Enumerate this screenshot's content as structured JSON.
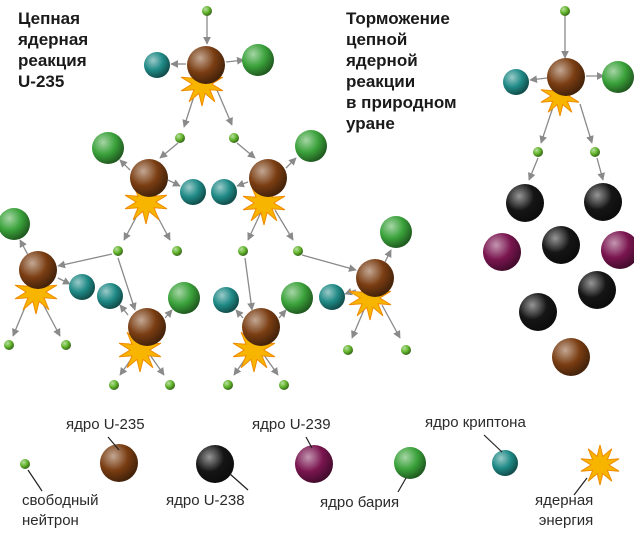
{
  "titles": {
    "left": "Цепная\nядерная\nреакция\nU-235",
    "right": "Торможение\nцепной\nядерной\nреакции\nв природном\nуране"
  },
  "legend": {
    "u235": "ядро U-235",
    "u239": "ядро U-239",
    "krypton": "ядро криптона",
    "neutron": "свободный\nнейтрон",
    "u238": "ядро U-238",
    "barium": "ядро бария",
    "energy": "ядерная\nэнергия"
  },
  "colors": {
    "u235": "#7a3d12",
    "u238": "#151515",
    "u239": "#7a1550",
    "barium": "#3aa23a",
    "krypton": "#1f8a86",
    "neutron": "#62b52c",
    "energy": "#f7b500",
    "arrow": "#8a8a8a"
  }
}
